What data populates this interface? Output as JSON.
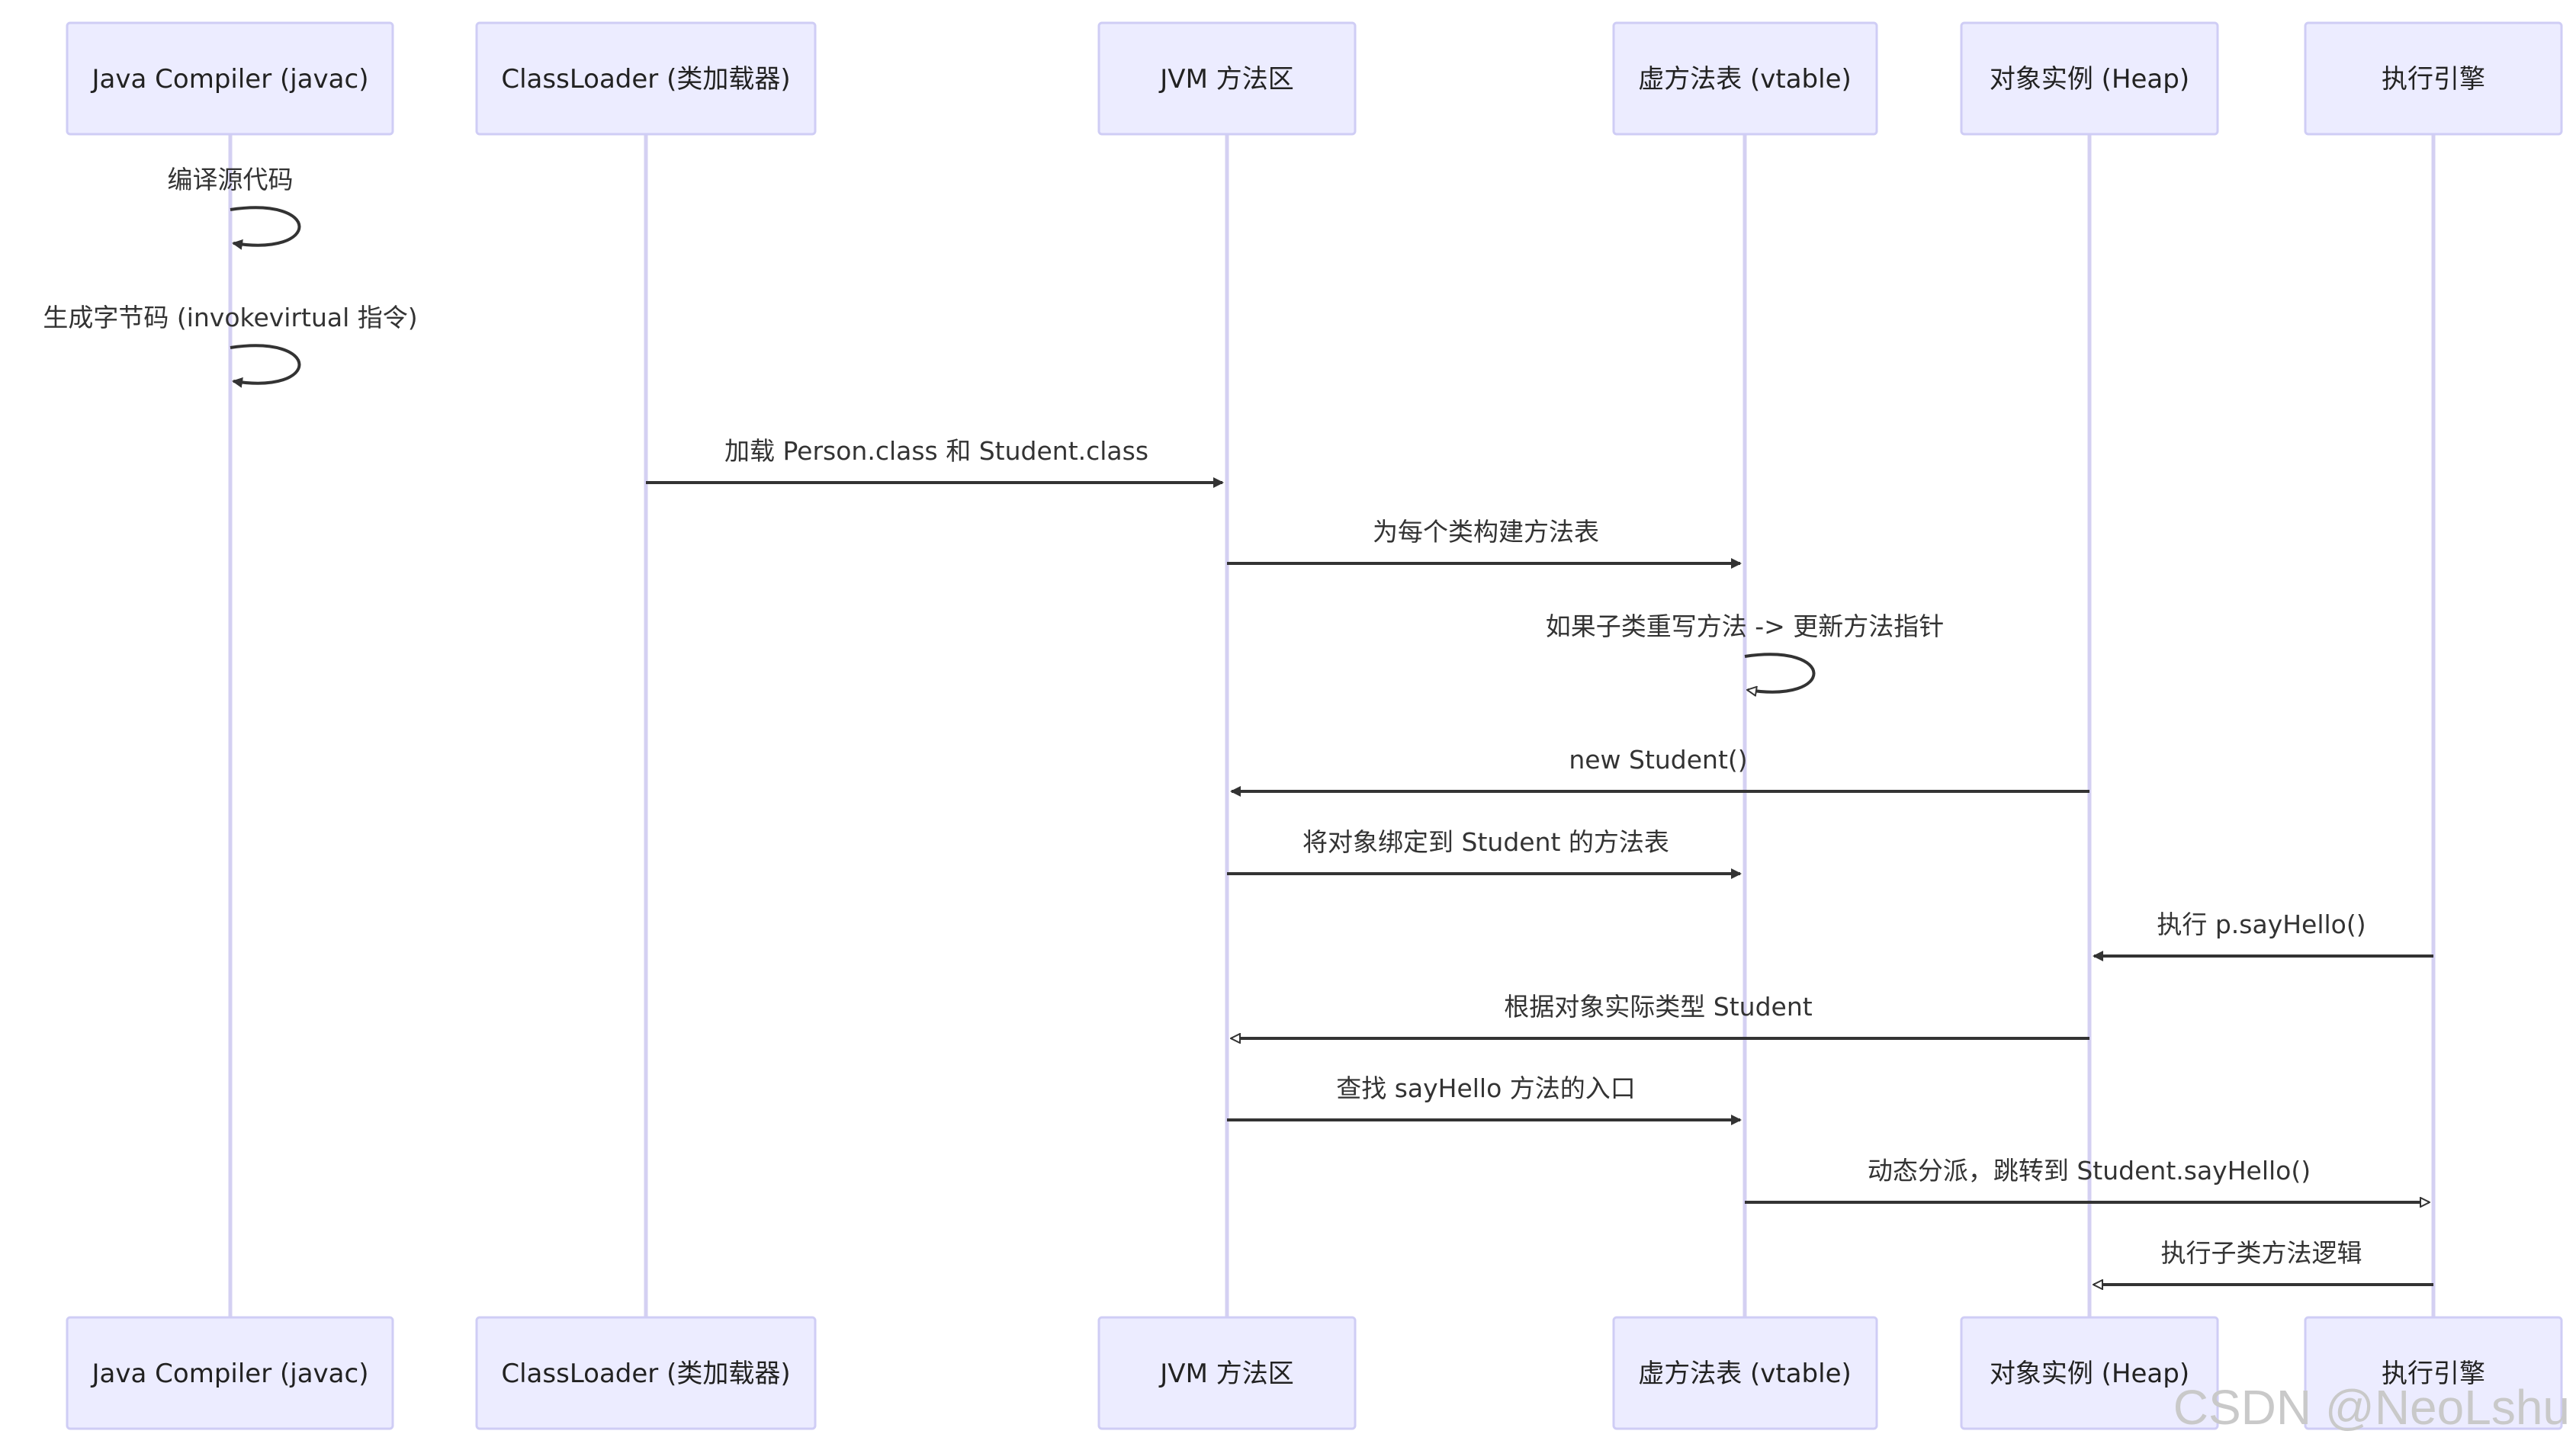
{
  "participants": [
    {
      "id": "javac",
      "label": "Java Compiler (javac)"
    },
    {
      "id": "classloader",
      "label": "ClassLoader (类加载器)"
    },
    {
      "id": "method_area",
      "label": "JVM 方法区"
    },
    {
      "id": "vtable",
      "label": "虚方法表 (vtable)"
    },
    {
      "id": "heap",
      "label": "对象实例 (Heap)"
    },
    {
      "id": "engine",
      "label": "执行引擎"
    }
  ],
  "messages": [
    {
      "from": "javac",
      "to": "javac",
      "label": "编译源代码",
      "style": "solid"
    },
    {
      "from": "javac",
      "to": "javac",
      "label": "生成字节码 (invokevirtual 指令)",
      "style": "solid"
    },
    {
      "from": "classloader",
      "to": "method_area",
      "label": "加载 Person.class 和 Student.class",
      "style": "solid"
    },
    {
      "from": "method_area",
      "to": "vtable",
      "label": "为每个类构建方法表",
      "style": "solid"
    },
    {
      "from": "vtable",
      "to": "vtable",
      "label": "如果子类重写方法 -> 更新方法指针",
      "style": "open"
    },
    {
      "from": "heap",
      "to": "method_area",
      "label": "new Student()",
      "style": "solid"
    },
    {
      "from": "method_area",
      "to": "vtable",
      "label": "将对象绑定到 Student 的方法表",
      "style": "solid"
    },
    {
      "from": "engine",
      "to": "heap",
      "label": "执行 p.sayHello()",
      "style": "solid"
    },
    {
      "from": "heap",
      "to": "method_area",
      "label": "根据对象实际类型 Student",
      "style": "open"
    },
    {
      "from": "method_area",
      "to": "vtable",
      "label": "查找 sayHello 方法的入口",
      "style": "solid"
    },
    {
      "from": "vtable",
      "to": "engine",
      "label": "动态分派，跳转到 Student.sayHello()",
      "style": "open"
    },
    {
      "from": "engine",
      "to": "heap",
      "label": "执行子类方法逻辑",
      "style": "open"
    }
  ],
  "watermark": "CSDN @NeoLshu",
  "colors": {
    "box_fill": "#ececff",
    "box_stroke": "#cfcdf5",
    "lifeline": "#d4d0f2",
    "arrow": "#333333"
  }
}
